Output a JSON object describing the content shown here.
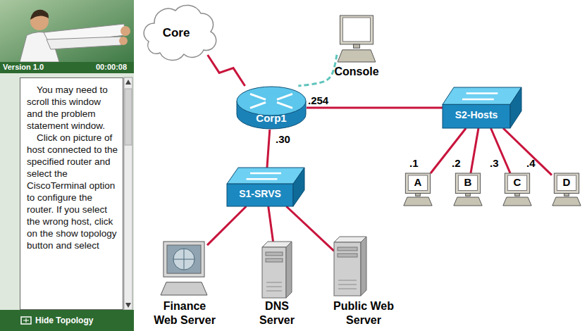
{
  "diagram": {
    "nodes": [
      {
        "text": [
          "You may need to scroll this window and the problem statement window.",
          "Click on picture of host connected to the specified router and select the CiscoTerminal option to configure the router. If you select the wrong host, click on the show topology button and select"
        ]
      },
      {
        "text": [
          "Core"
        ]
      },
      {
        "text": [
          "Console"
        ]
      },
      {
        "text": [
          "Corp1"
        ]
      },
      {
        "text": [
          "S2-Hosts"
        ]
      },
      {
        "text": [
          "S1-SRVS"
        ]
      },
      {
        "text": [
          "A"
        ]
      },
      {
        "text": [
          "B"
        ]
      },
      {
        "text": [
          "C"
        ]
      },
      {
        "text": [
          "D"
        ]
      },
      {
        "text": [
          "Finance Web Server"
        ]
      },
      {
        "text": [
          "DNS Server"
        ]
      },
      {
        "text": [
          "Public Web Server"
        ]
      }
    ],
    "edges": [
      {
        "from": 1,
        "to": 3,
        "arrow": "none"
      },
      {
        "from": 2,
        "to": 3,
        "arrow": "none"
      },
      {
        "from": 3,
        "to": 4,
        "label": ".254",
        "arrow": "none"
      },
      {
        "from": 3,
        "to": 5,
        "label": ".30",
        "arrow": "none"
      },
      {
        "from": 4,
        "to": 6,
        "label": ".1",
        "arrow": "none"
      },
      {
        "from": 4,
        "to": 7,
        "label": ".2",
        "arrow": "none"
      },
      {
        "from": 4,
        "to": 8,
        "label": ".3",
        "arrow": "none"
      },
      {
        "from": 4,
        "to": 9,
        "label": ".4",
        "arrow": "none"
      },
      {
        "from": 5,
        "to": 10,
        "arrow": "none"
      },
      {
        "from": 5,
        "to": 11,
        "arrow": "none"
      },
      {
        "from": 5,
        "to": 12,
        "arrow": "none"
      }
    ],
    "labels": [
      "Version 1.0",
      "00:00:08",
      "Hide Topology"
    ]
  }
}
